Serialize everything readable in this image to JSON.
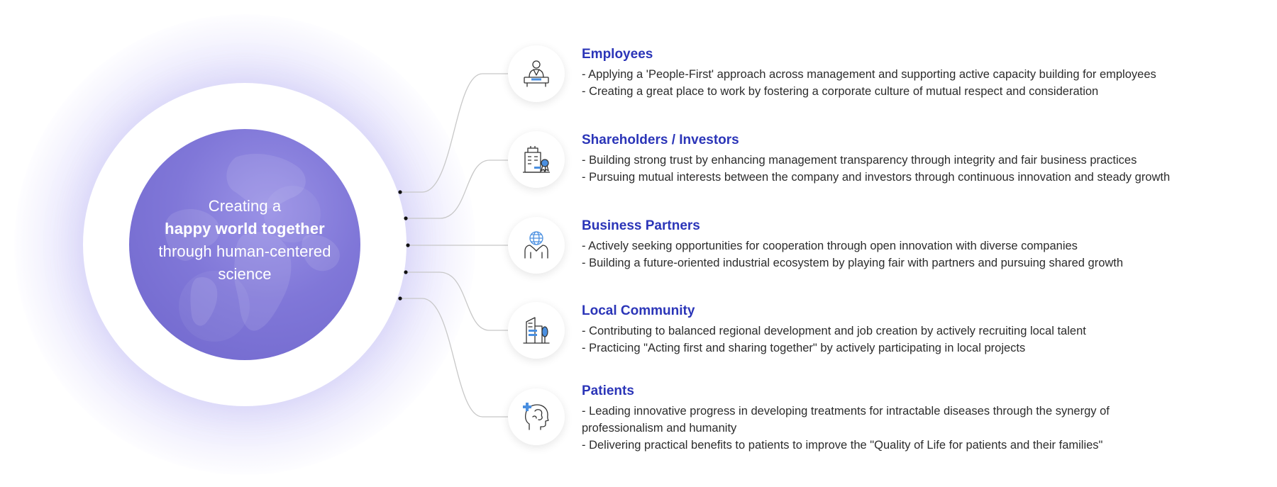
{
  "hub": {
    "line1": "Creating a",
    "line2": "happy world together",
    "line3": "through human-centered",
    "line4": "science"
  },
  "stakeholders": [
    {
      "title": "Employees",
      "icon": "employee-at-desk-icon",
      "points": [
        "- Applying a 'People-First' approach across management and supporting active capacity building for employees",
        "- Creating a great place to work by fostering a corporate culture of mutual respect and consideration"
      ]
    },
    {
      "title": "Shareholders / Investors",
      "icon": "building-certificate-icon",
      "points": [
        "- Building strong trust by enhancing management transparency through integrity and fair business practices",
        "- Pursuing mutual interests between the company and investors through continuous innovation and steady growth"
      ]
    },
    {
      "title": "Business Partners",
      "icon": "globe-handshake-icon",
      "points": [
        "- Actively seeking opportunities for cooperation through open innovation with diverse companies",
        "- Building a future-oriented industrial ecosystem by playing fair with partners and pursuing shared growth"
      ]
    },
    {
      "title": "Local Community",
      "icon": "city-building-tree-icon",
      "points": [
        "- Contributing to balanced regional development and job creation by actively recruiting local talent",
        "- Practicing \"Acting first and sharing together\" by actively participating in local projects"
      ]
    },
    {
      "title": "Patients",
      "icon": "head-medical-cross-icon",
      "points": [
        "- Leading innovative progress in developing treatments for intractable diseases through the synergy of professionalism and humanity",
        "- Delivering practical benefits to patients to improve the \"Quality of Life for patients and their families\""
      ]
    }
  ],
  "colors": {
    "title": "#2b35b8",
    "hub_core": "#7c73d6",
    "icon_accent": "#4a8fe0",
    "connector": "#c8c8c8"
  }
}
